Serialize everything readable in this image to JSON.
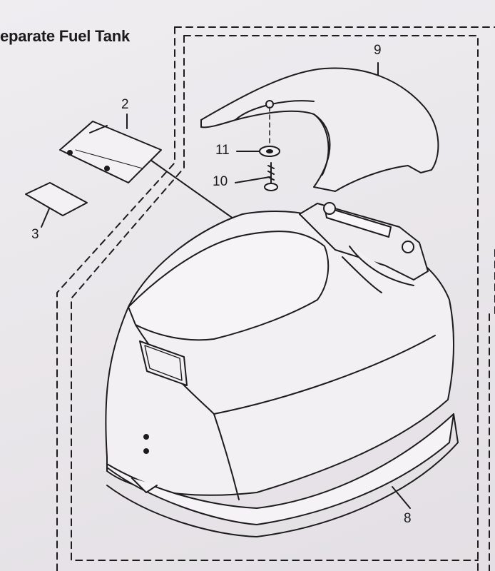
{
  "header": {
    "title": "eparate Fuel Tank"
  },
  "callouts": {
    "label_2": "2",
    "label_3": "3",
    "label_8": "8",
    "label_9": "9",
    "label_10": "10",
    "label_11": "11"
  },
  "colors": {
    "ink": "#1c1c1c",
    "paper": "#ece9ec",
    "part_fill": "#f1eff2"
  }
}
